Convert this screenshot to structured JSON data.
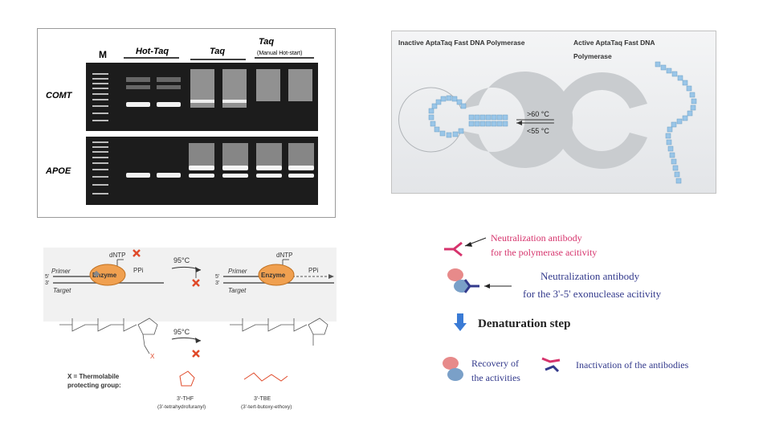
{
  "gel": {
    "marker_label": "M",
    "hot_taq_label": "Hot-Taq",
    "taq_label": "Taq",
    "taq2_label": "Taq",
    "taq2_sub": "(Manual Hot-start)",
    "row1_label": "COMT",
    "row2_label": "APOE"
  },
  "aptataq": {
    "inactive_label": "Inactive AptaTaq Fast DNA Polymerase",
    "active_label_1": "Active AptaTaq Fast DNA",
    "active_label_2": "Polymerase",
    "heat_label": ">60 °C",
    "cool_label": "<55 °C"
  },
  "chem": {
    "dntp_left": "dNTP",
    "dntp_right": "dNTP",
    "ppi_left": "PPi",
    "ppi_right": "PPi",
    "primer_left": "Primer",
    "primer_right": "Primer",
    "target_left": "Target",
    "target_right": "Target",
    "enzyme_left": "Enzyme",
    "enzyme_right": "Enzyme",
    "five_prime": "5'",
    "three_prime": "3'",
    "temp_top": "95°C",
    "temp_bottom": "95°C",
    "x_label": "X = Thermolabile",
    "x_label_2": "protecting group:",
    "thf_name": "3'-THF",
    "thf_full": "(3'-tetrahydrofuranyl)",
    "tbe_name": "3'-TBE",
    "tbe_full": "(3'-tert-butoxy-ethoxy)"
  },
  "antibody": {
    "neut1_line1": "Neutralization antibody",
    "neut1_line2": "for the polymerase acitivity",
    "neut2_line1": "Neutralization antibody",
    "neut2_line2": "for the 3'-5' exonuclease acitivity",
    "denaturation": "Denaturation step",
    "recovery_1": "Recovery of",
    "recovery_2": "the activities",
    "inactivation": "Inactivation of the antibodies"
  },
  "colors": {
    "gel_bg": "#1c1c1c",
    "enzyme_orange": "#f0a050",
    "red_x": "#e04a2a",
    "magenta_antibody": "#d6336c",
    "navy_antibody": "#333a8c",
    "aptamer_blue": "#9ac6e8"
  }
}
